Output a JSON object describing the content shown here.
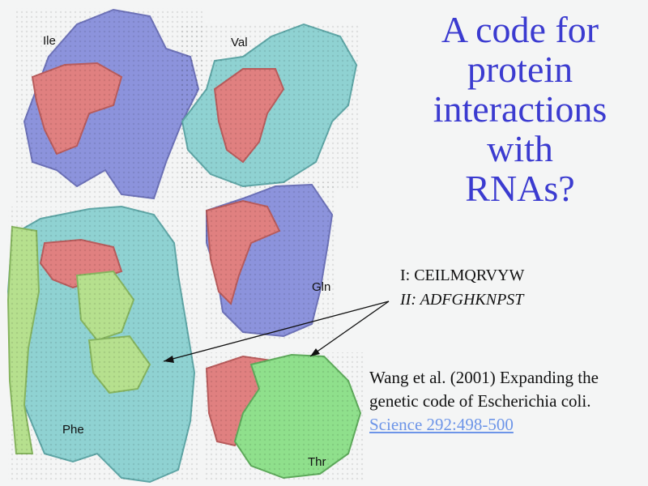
{
  "title_lines": [
    "A code for",
    "protein",
    "interactions",
    "with",
    "RNAs?"
  ],
  "structure_labels": {
    "ile": "Ile",
    "val": "Val",
    "gln": "Gln",
    "phe": "Phe",
    "thr": "Thr"
  },
  "synthetase_classes": {
    "class_1": "I:  CEILMQRVYW",
    "class_2": "II:  ADFGHKNPST"
  },
  "citation": {
    "text": "Wang et al. (2001) Expanding the genetic code of Escherichia coli. ",
    "link": "Science 292:498-500"
  },
  "colors": {
    "title": "#3b3bd0",
    "trna_red": "#e08080",
    "protein_blue": "#8c93dc",
    "protein_cyan": "#8fd2d2",
    "protein_lightgreen": "#b6e08e",
    "protein_green": "#8fe08c",
    "link": "#6d95e8"
  }
}
